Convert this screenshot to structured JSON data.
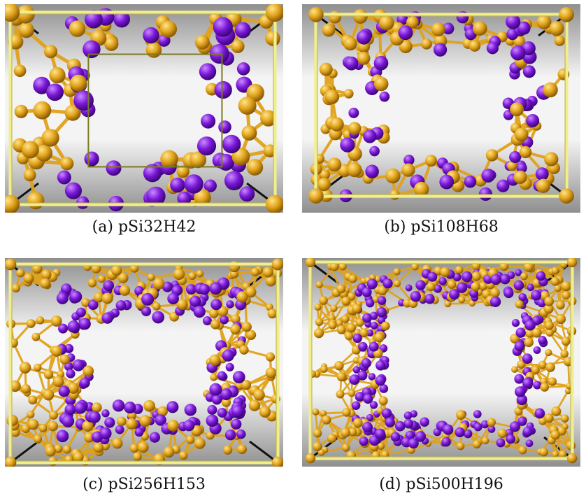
{
  "figure": {
    "panels": [
      {
        "caption": "(a) pSi32H42",
        "structure": "pSi32H42",
        "si_atoms": 32,
        "h_atoms": 42
      },
      {
        "caption": "(b) pSi108H68",
        "structure": "pSi108H68",
        "si_atoms": 108,
        "h_atoms": 68
      },
      {
        "caption": "(c) pSi256H153",
        "structure": "pSi256H153",
        "si_atoms": 256,
        "h_atoms": 153
      },
      {
        "caption": "(d) pSi500H196",
        "structure": "pSi500H196",
        "si_atoms": 500,
        "h_atoms": 196
      }
    ],
    "colors": {
      "silicon": "#e0a21a",
      "hydrogen": "#7a16d8",
      "frame": "#f2ee8a",
      "background_light": "#f4f4f4",
      "background_dark": "#8f8f8f"
    }
  }
}
